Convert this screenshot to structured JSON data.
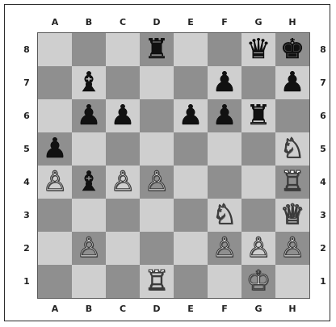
{
  "board": {
    "files": [
      "A",
      "B",
      "C",
      "D",
      "E",
      "F",
      "G",
      "H"
    ],
    "ranks": [
      "8",
      "7",
      "6",
      "5",
      "4",
      "3",
      "2",
      "1"
    ],
    "light_square_color": "#cfcfcf",
    "dark_square_color": "#8f8f8f",
    "pieces": {
      "d8": {
        "color": "black",
        "type": "rook"
      },
      "g8": {
        "color": "black",
        "type": "queen"
      },
      "h8": {
        "color": "black",
        "type": "king"
      },
      "b7": {
        "color": "black",
        "type": "bishop"
      },
      "f7": {
        "color": "black",
        "type": "pawn"
      },
      "h7": {
        "color": "black",
        "type": "pawn"
      },
      "b6": {
        "color": "black",
        "type": "pawn"
      },
      "c6": {
        "color": "black",
        "type": "pawn"
      },
      "e6": {
        "color": "black",
        "type": "pawn"
      },
      "f6": {
        "color": "black",
        "type": "pawn"
      },
      "g6": {
        "color": "black",
        "type": "rook"
      },
      "a5": {
        "color": "black",
        "type": "pawn"
      },
      "h5": {
        "color": "white",
        "type": "knight"
      },
      "a4": {
        "color": "white",
        "type": "pawn"
      },
      "b4": {
        "color": "black",
        "type": "bishop"
      },
      "c4": {
        "color": "white",
        "type": "pawn"
      },
      "d4": {
        "color": "white",
        "type": "pawn"
      },
      "h4": {
        "color": "white",
        "type": "rook"
      },
      "f3": {
        "color": "white",
        "type": "knight"
      },
      "h3": {
        "color": "white",
        "type": "queen"
      },
      "b2": {
        "color": "white",
        "type": "pawn"
      },
      "f2": {
        "color": "white",
        "type": "pawn"
      },
      "g2": {
        "color": "white",
        "type": "pawn"
      },
      "h2": {
        "color": "white",
        "type": "pawn"
      },
      "d1": {
        "color": "white",
        "type": "rook"
      },
      "g1": {
        "color": "white",
        "type": "king"
      }
    }
  }
}
